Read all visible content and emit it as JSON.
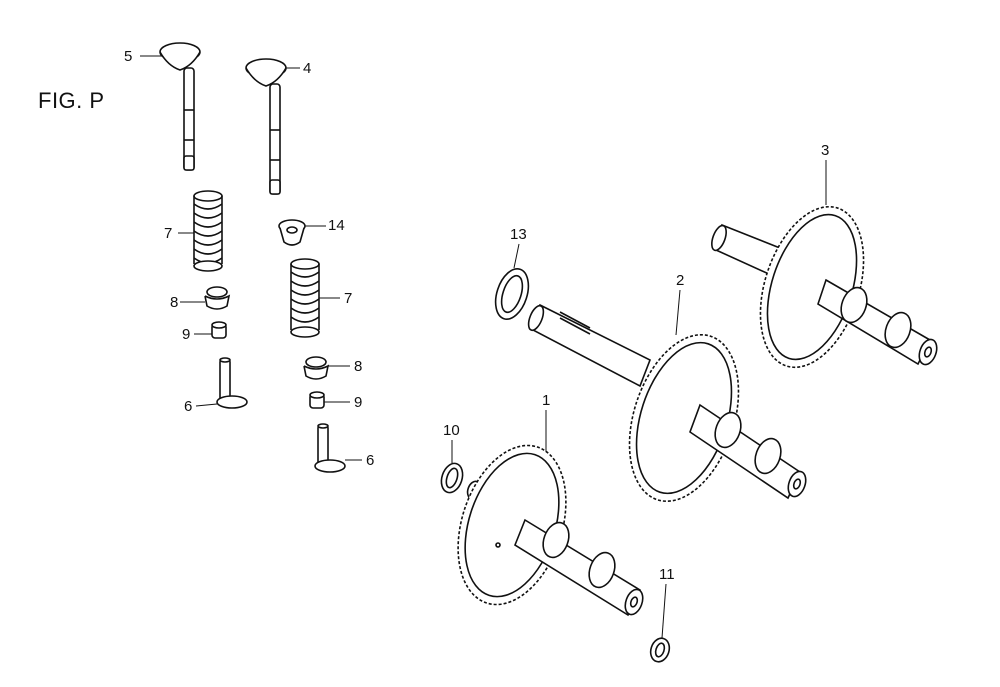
{
  "figure": {
    "title": "FIG. P"
  },
  "callouts": {
    "c1": "1",
    "c2": "2",
    "c3": "3",
    "c4": "4",
    "c5": "5",
    "c6a": "6",
    "c6b": "6",
    "c7a": "7",
    "c7b": "7",
    "c8a": "8",
    "c8b": "8",
    "c9a": "9",
    "c9b": "9",
    "c10": "10",
    "c11": "11",
    "c13": "13",
    "c14": "14"
  }
}
